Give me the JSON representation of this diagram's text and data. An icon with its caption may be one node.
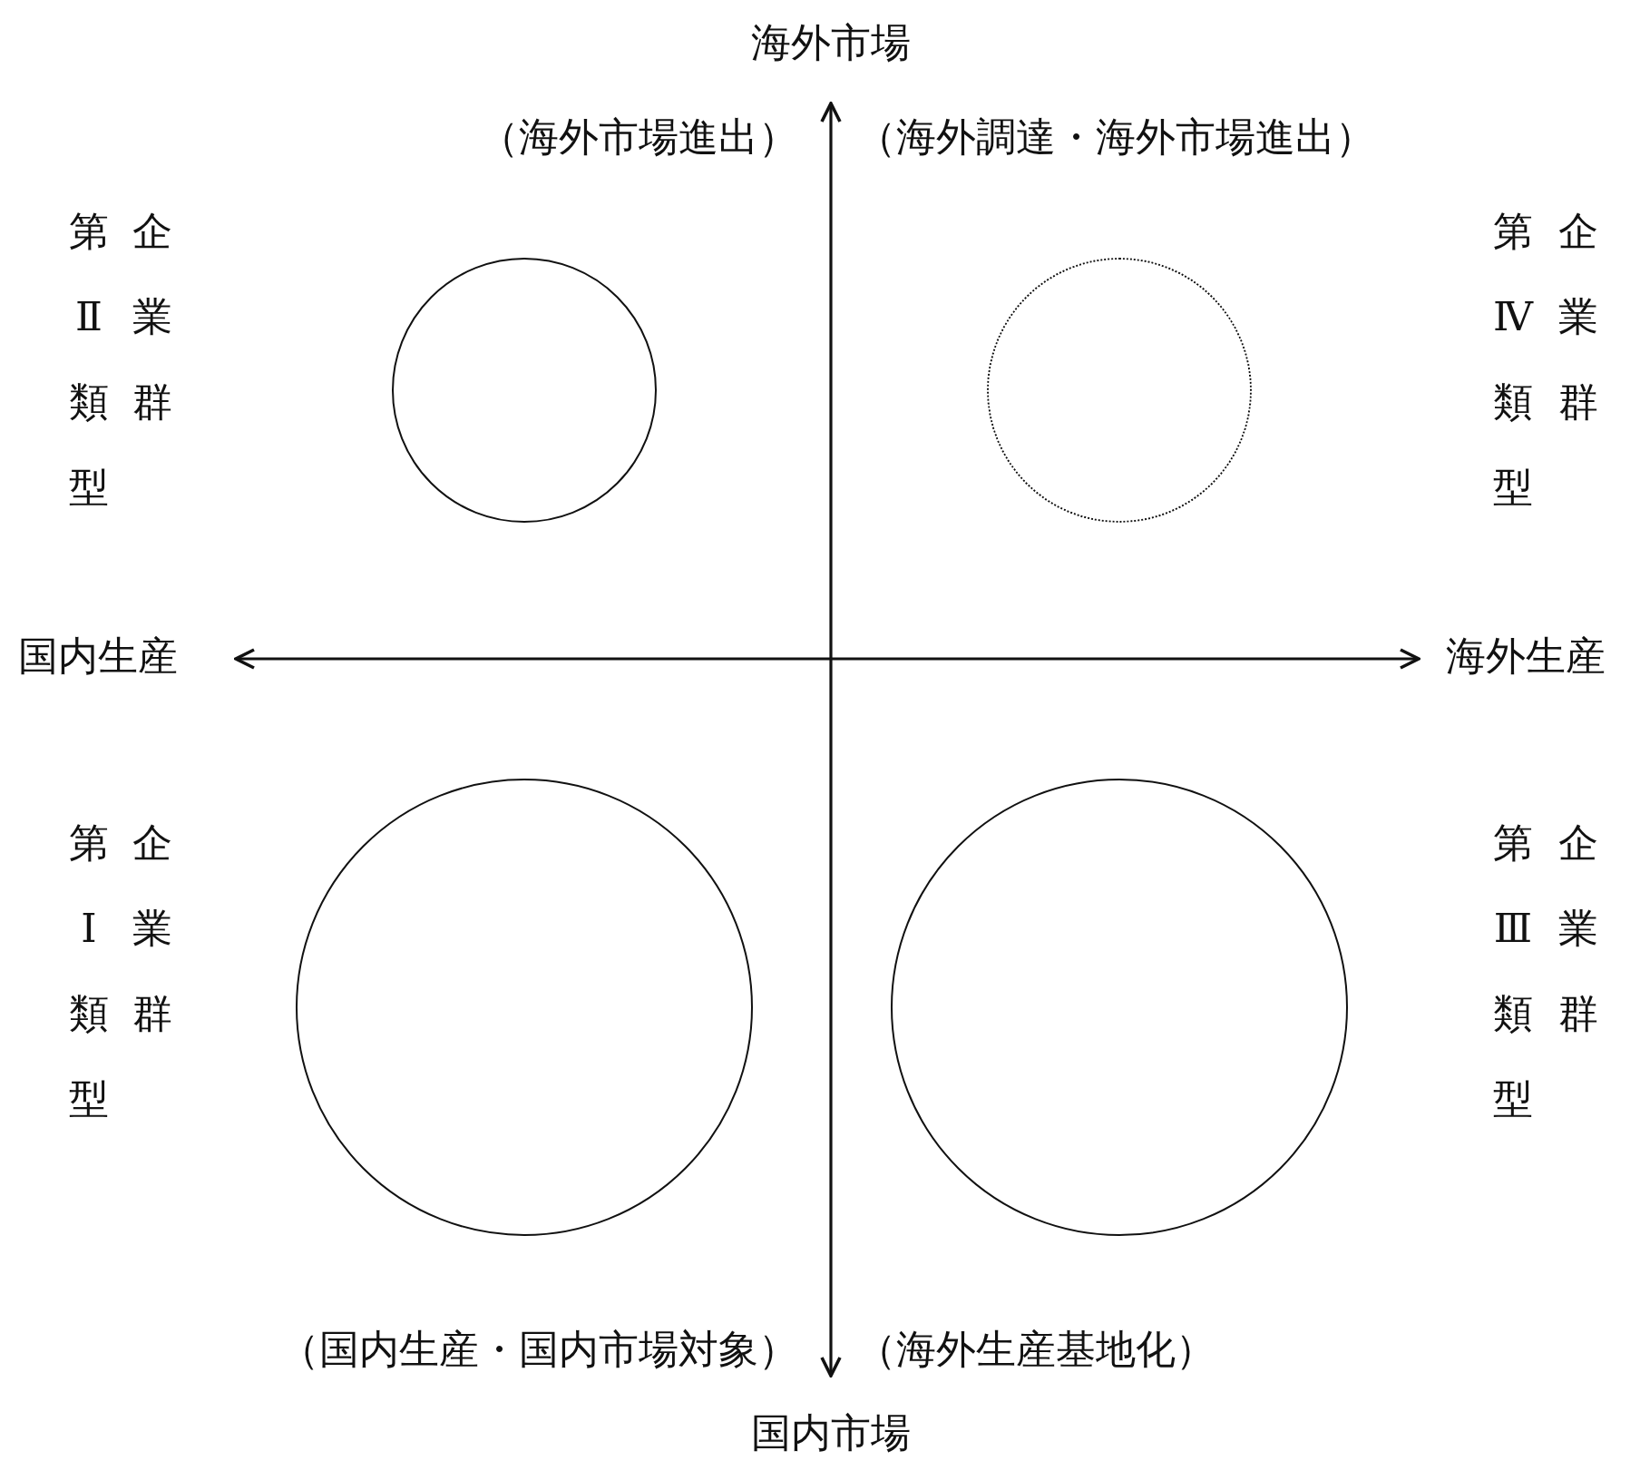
{
  "diagram": {
    "nodes": [
      {
        "text": [],
        "shape": "circle"
      },
      {
        "text": [],
        "shape": "circle"
      },
      {
        "text": [],
        "shape": "circle"
      },
      {
        "text": [],
        "shape": "circle"
      }
    ],
    "edges": [],
    "labels": [
      "海外市場",
      "（海外市場進出）",
      "（海外調達・海外市場進出）",
      "企業群",
      "第Ⅱ類型",
      "企業群",
      "第Ⅳ類型",
      "国内生産",
      "海外生産",
      "企業群",
      "第Ⅰ類型",
      "企業群",
      "第Ⅲ類型",
      "（国内生産・国内市場対象）",
      "（海外生産基地化）",
      "国内市場"
    ]
  }
}
